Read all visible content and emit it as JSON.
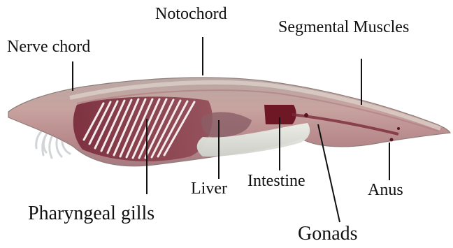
{
  "labels": {
    "notochord": "Notochord",
    "segmental_muscles": "Segmental Muscles",
    "nerve_chord": "Nerve chord",
    "liver": "Liver",
    "intestine": "Intestine",
    "anus": "Anus",
    "pharyngeal_gills": "Pharyngeal gills",
    "gonads": "Gonads"
  },
  "colors": {
    "body": "#c9a9a6",
    "pharynx": "#8a3a48",
    "intestine": "#6e1826",
    "gut_underside": "#e4e6e0",
    "label_text": "#111111",
    "leader_line": "#111111"
  }
}
